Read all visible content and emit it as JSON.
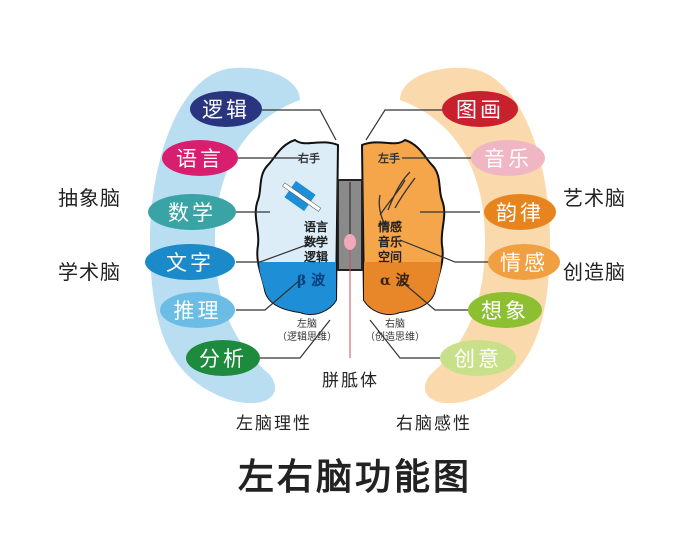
{
  "title": "左右脑功能图",
  "left_brain": {
    "caption": "左脑理性",
    "category_labels": [
      "抽象脑",
      "学术脑"
    ],
    "functions": [
      {
        "label": "逻辑",
        "color": "#2a3580"
      },
      {
        "label": "语言",
        "color": "#d81e6e"
      },
      {
        "label": "数学",
        "color": "#3aa3a6"
      },
      {
        "label": "文字",
        "color": "#1a8ac8"
      },
      {
        "label": "推理",
        "color": "#6cbde6"
      },
      {
        "label": "分析",
        "color": "#1e8a3e"
      }
    ],
    "hand_label": "右手",
    "inner_text": [
      "语言",
      "数学",
      "逻辑"
    ],
    "wave": "β 波",
    "bottom_text": [
      "左脑",
      "（逻辑思维）"
    ],
    "band_color": "#b9def2",
    "brain_color": "#dcedf8",
    "wave_color": "#1e8fd6"
  },
  "right_brain": {
    "caption": "右脑感性",
    "category_labels": [
      "艺术脑",
      "创造脑"
    ],
    "functions": [
      {
        "label": "图画",
        "color": "#c8202c"
      },
      {
        "label": "音乐",
        "color": "#f0b6c4"
      },
      {
        "label": "韵律",
        "color": "#e8841e"
      },
      {
        "label": "情感",
        "color": "#f0a040"
      },
      {
        "label": "想象",
        "color": "#8cc030"
      },
      {
        "label": "创意",
        "color": "#c8e08a"
      }
    ],
    "hand_label": "左手",
    "inner_text": [
      "情感",
      "音乐",
      "空间"
    ],
    "wave": "α 波",
    "bottom_text": [
      "右脑",
      "（创造思维）"
    ],
    "band_color": "#fad9ad",
    "brain_color": "#f5a64a",
    "wave_color": "#e8862a"
  },
  "center": {
    "label": "胼胝体",
    "color": "#8a8a8a"
  }
}
